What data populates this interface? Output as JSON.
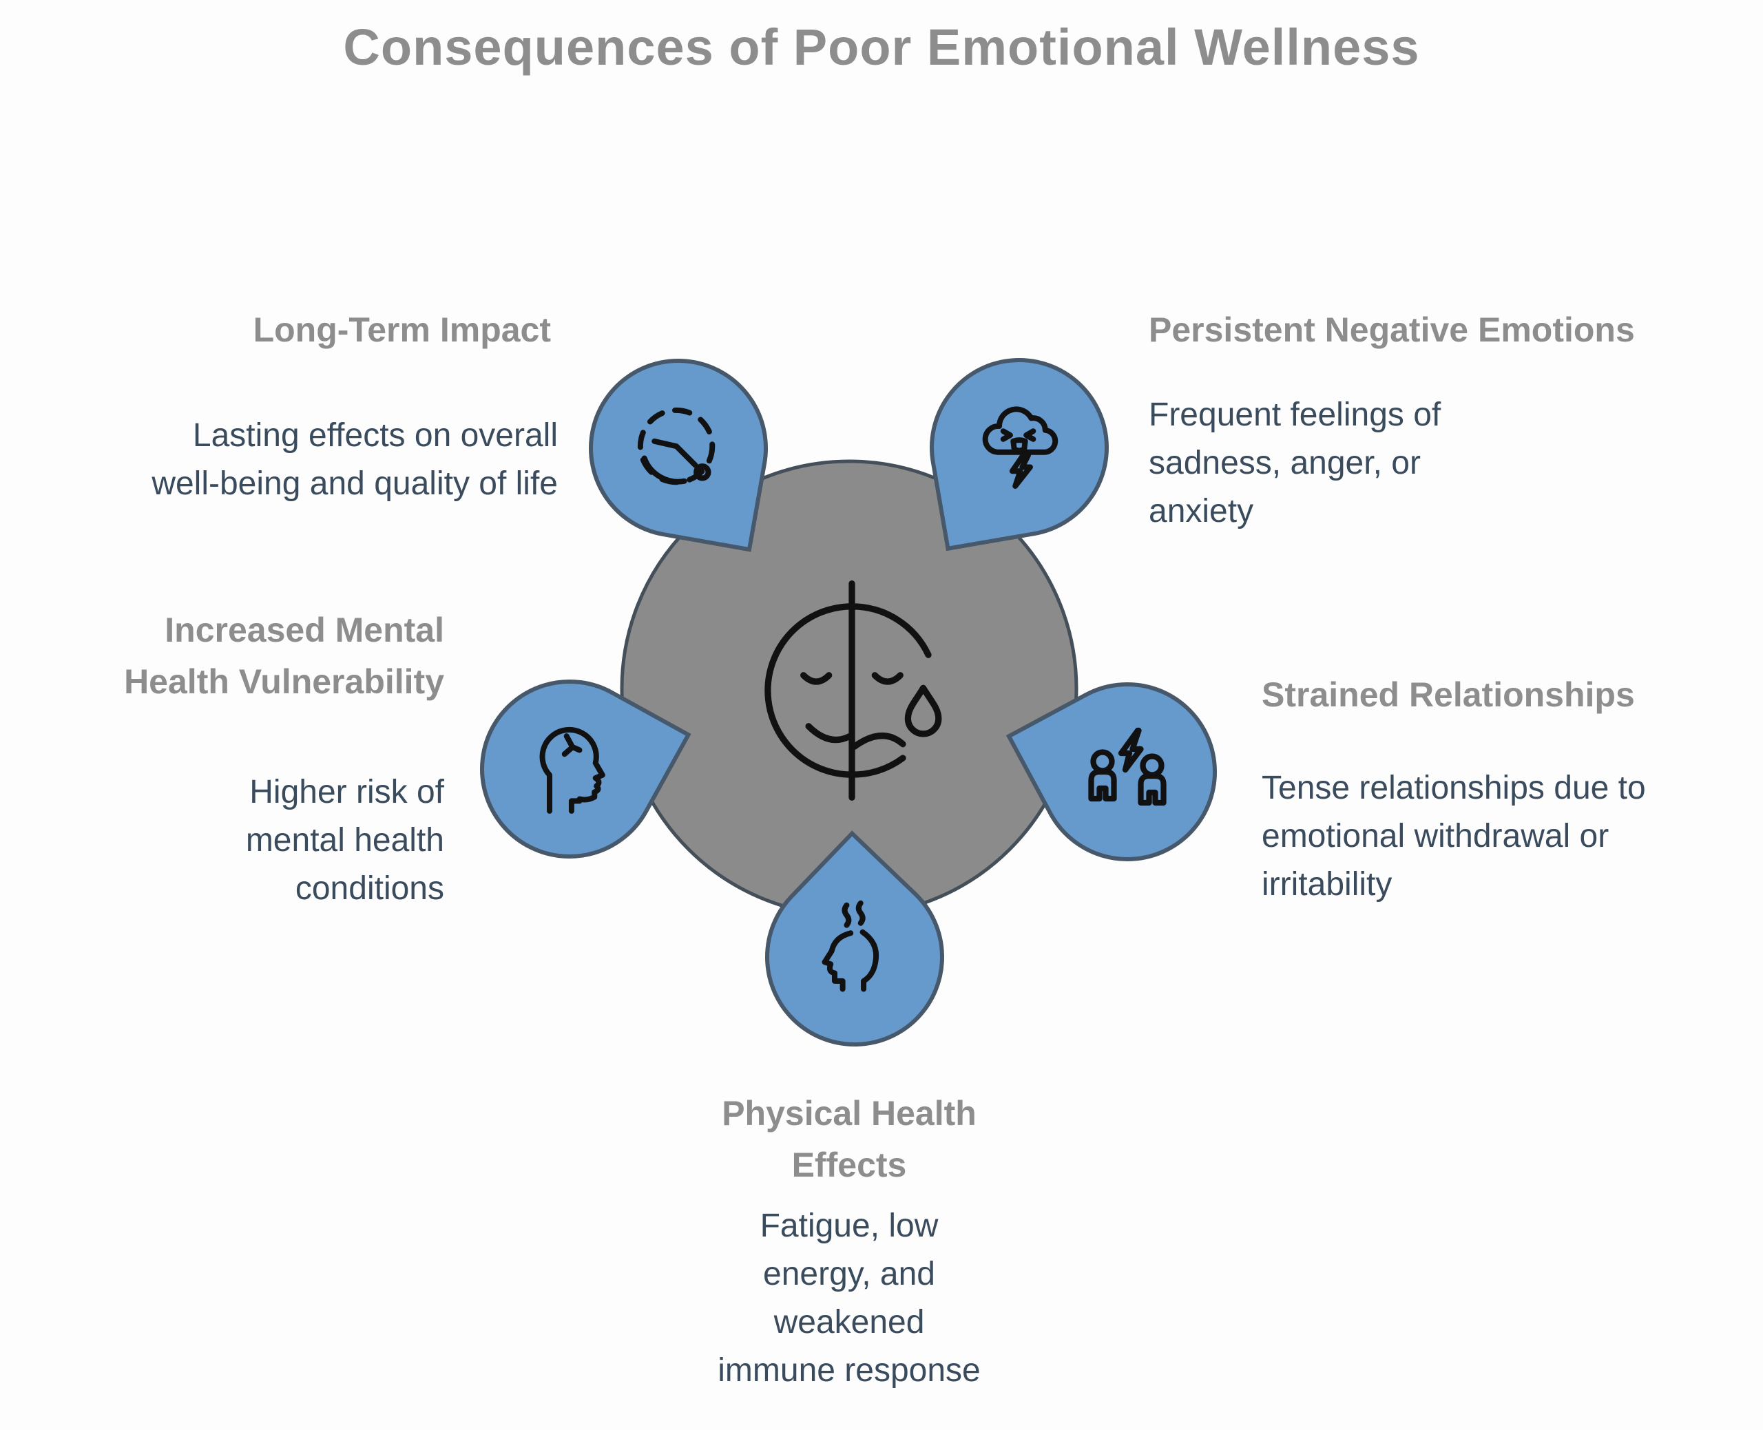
{
  "title": "Consequences of Poor Emotional Wellness",
  "colors": {
    "background": "#fdfdfd",
    "pin_blue": "#6699cc",
    "pin_border": "#46586a",
    "circle_gray": "#8b8b8b",
    "circle_border": "#454f5a",
    "heading_gray": "#8d8d8d",
    "body_text": "#394b5d",
    "icon_stroke": "#111111"
  },
  "center": {
    "icon": "half-happy-half-sad-face-icon"
  },
  "items": [
    {
      "id": "long-term-impact",
      "position": "top-left",
      "icon": "clock-history-icon",
      "heading": "Long-Term Impact",
      "body": [
        "Lasting effects on overall",
        "well-being and quality of life"
      ]
    },
    {
      "id": "persistent-negative-emotions",
      "position": "top-right",
      "icon": "angry-storm-cloud-icon",
      "heading": "Persistent Negative Emotions",
      "body": [
        "Frequent feelings of",
        "sadness, anger, or",
        "anxiety"
      ]
    },
    {
      "id": "increased-mental-health-vulnerability",
      "position": "left",
      "icon": "cracked-head-icon",
      "heading": [
        "Increased Mental",
        "Health Vulnerability"
      ],
      "body": [
        "Higher risk of",
        "mental health",
        "conditions"
      ]
    },
    {
      "id": "strained-relationships",
      "position": "right",
      "icon": "people-conflict-icon",
      "heading": "Strained Relationships",
      "body": [
        "Tense relationships due to",
        "emotional withdrawal or",
        "irritability"
      ]
    },
    {
      "id": "physical-health-effects",
      "position": "bottom",
      "icon": "fatigued-head-icon",
      "heading": [
        "Physical Health",
        "Effects"
      ],
      "body": [
        "Fatigue, low",
        "energy, and",
        "weakened",
        "immune response"
      ]
    }
  ]
}
